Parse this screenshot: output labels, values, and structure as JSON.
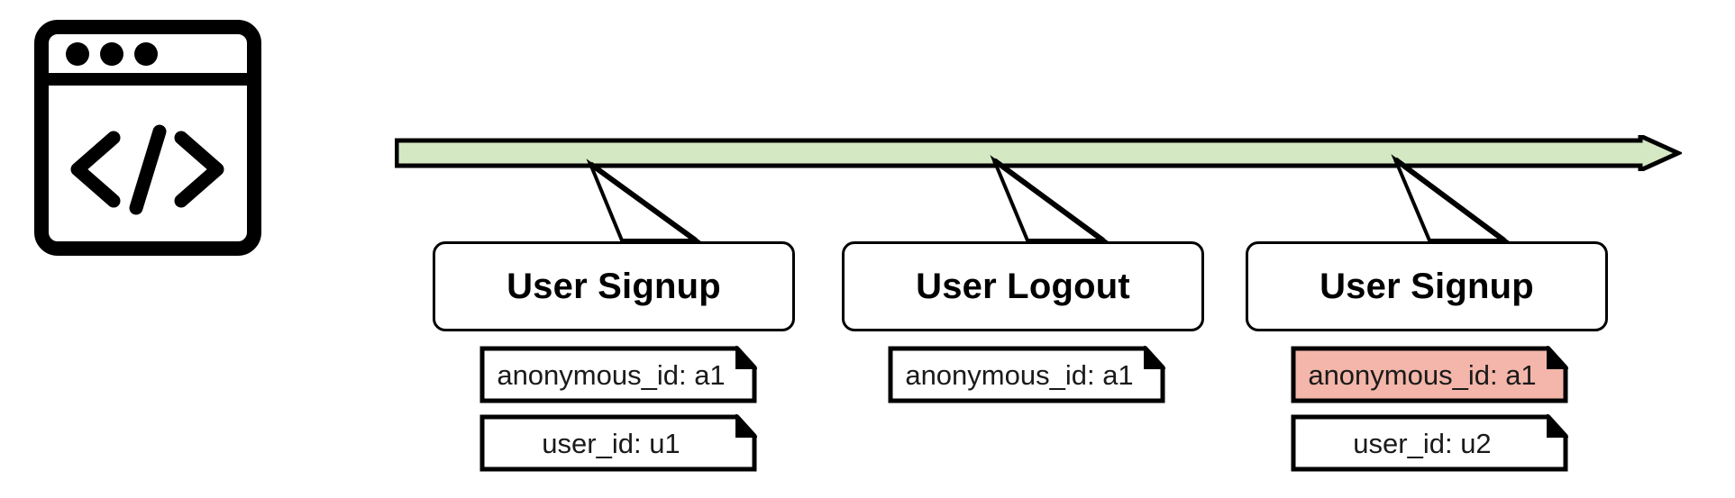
{
  "diagram": {
    "title": "Event stream timeline with identity properties",
    "source_icon": {
      "name": "code-window-icon",
      "dots": 3
    },
    "timeline": {
      "name": "time-arrow",
      "direction": "left-to-right",
      "fill_color": "#D5E8C4",
      "stroke_color": "#000000"
    },
    "events": [
      {
        "label": "User Signup",
        "properties": [
          {
            "text": "anonymous_id: a1",
            "highlight": false,
            "fill_color": "#FFFFFF"
          },
          {
            "text": "user_id: u1",
            "highlight": false,
            "fill_color": "#FFFFFF"
          }
        ]
      },
      {
        "label": "User Logout",
        "properties": [
          {
            "text": "anonymous_id: a1",
            "highlight": false,
            "fill_color": "#FFFFFF"
          }
        ]
      },
      {
        "label": "User Signup",
        "properties": [
          {
            "text": "anonymous_id: a1",
            "highlight": true,
            "fill_color": "#F4B6AA"
          },
          {
            "text": "user_id: u2",
            "highlight": false,
            "fill_color": "#FFFFFF"
          }
        ]
      }
    ],
    "colors": {
      "timeline_green": "#D5E8C4",
      "highlight_red": "#F4B6AA",
      "stroke": "#000000",
      "background": "#FFFFFF"
    }
  }
}
